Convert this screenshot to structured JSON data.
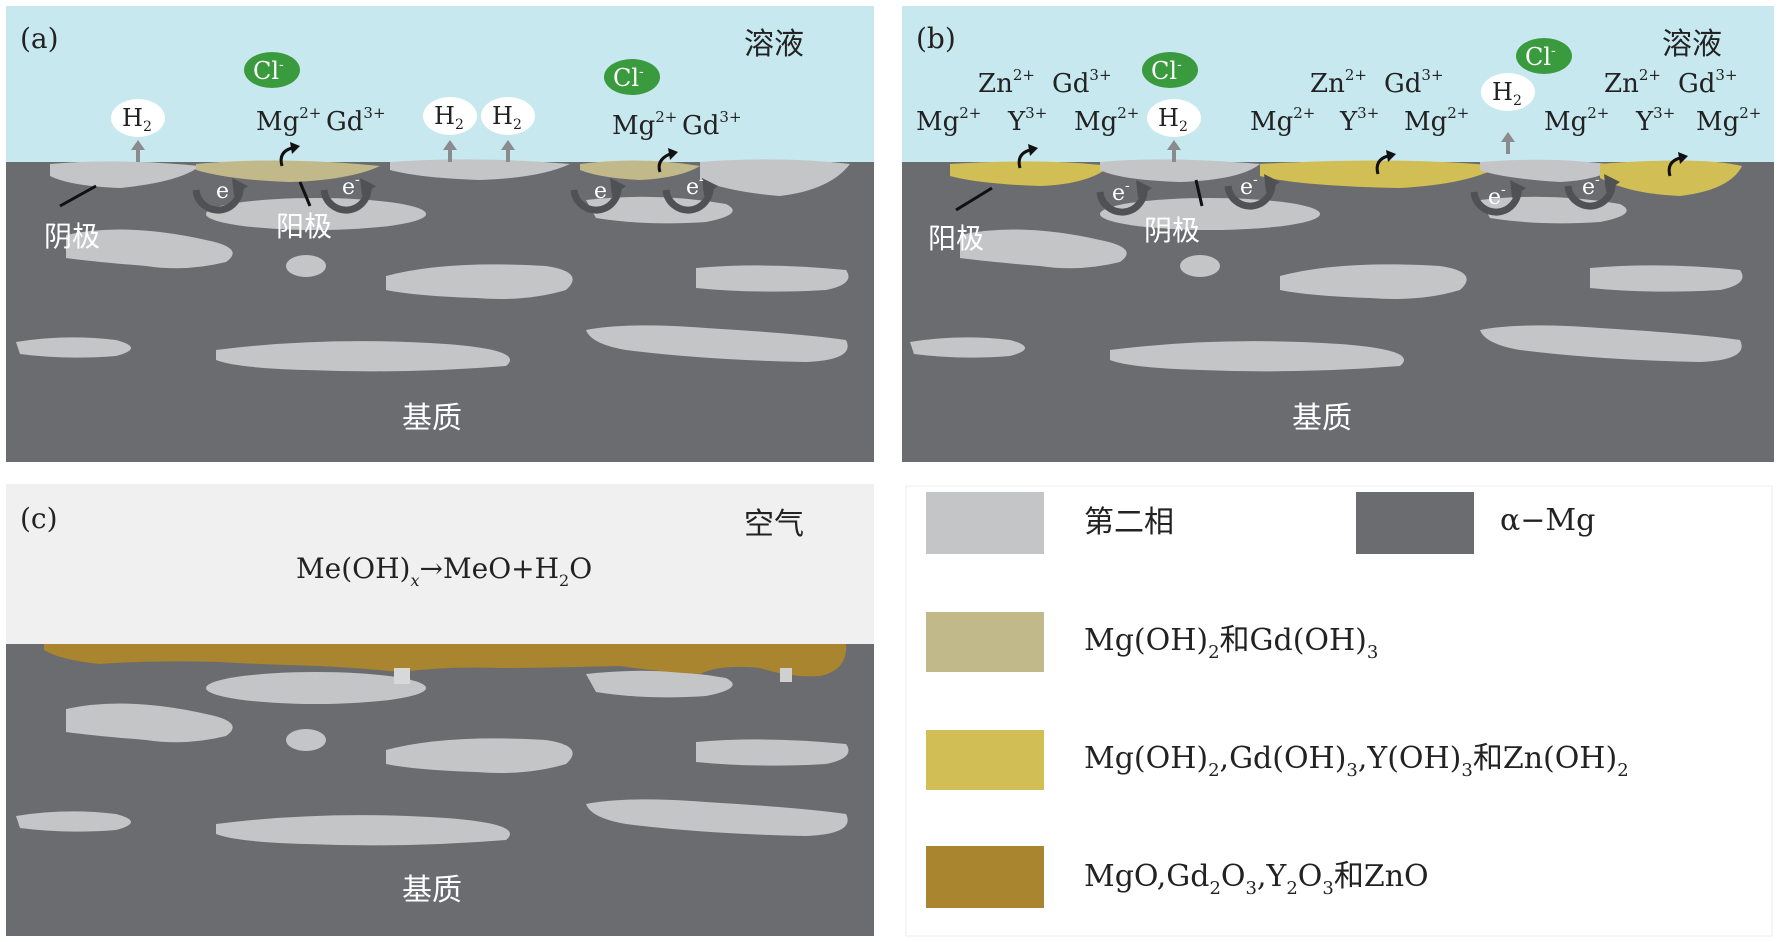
{
  "colors": {
    "solution": "#c7e8ee",
    "air": "#f0f0f0",
    "matrix": "#6b6c70",
    "second_phase": "#c4c5c6",
    "hydroxide_mg_gd": "#c2b98b",
    "hydroxide_all": "#d1bf55",
    "oxide": "#a8852e",
    "chloride_ion": "#3a9a3e"
  },
  "panels": {
    "a": {
      "label": "(a)",
      "env": "溶液",
      "matrix": "基质",
      "cathode": "阴极",
      "anode": "阳极",
      "h2": "H",
      "h2_sub": "2",
      "cl": "Cl",
      "cl_sup": "-",
      "mg": "Mg",
      "mg_sup": "2+",
      "gd": "Gd",
      "gd_sup": "3+",
      "e": "e",
      "e_sup": "-"
    },
    "b": {
      "label": "(b)",
      "env": "溶液",
      "matrix": "基质",
      "cathode": "阴极",
      "anode": "阳极",
      "h2": "H",
      "h2_sub": "2",
      "cl": "Cl",
      "cl_sup": "-",
      "mg": "Mg",
      "mg_sup": "2+",
      "gd": "Gd",
      "gd_sup": "3+",
      "zn": "Zn",
      "zn_sup": "2+",
      "y": "Y",
      "y_sup": "3+",
      "e": "e",
      "e_sup": "-"
    },
    "c": {
      "label": "(c)",
      "env": "空气",
      "matrix": "基质",
      "reaction": {
        "p1": "Me(OH)",
        "x": "x",
        "p2": "→MeO+H",
        "two": "2",
        "p3": "O"
      }
    }
  },
  "legend": {
    "second_phase": "第二相",
    "alpha_mg": "α−Mg",
    "hyd1": {
      "t1": "Mg(OH)",
      "s1": "2",
      "t2": "和Gd(OH)",
      "s2": "3"
    },
    "hyd2": {
      "t1": "Mg(OH)",
      "s1": "2",
      "t2": ",Gd(OH)",
      "s2": "3",
      "t3": ",Y(OH)",
      "s3": "3",
      "t4": "和Zn(OH)",
      "s4": "2"
    },
    "oxide": {
      "t1": "MgO,Gd",
      "s1": "2",
      "t2": "O",
      "s2": "3",
      "t3": ",Y",
      "s3": "2",
      "t4": "O",
      "s4": "3",
      "t5": "和ZnO"
    }
  }
}
